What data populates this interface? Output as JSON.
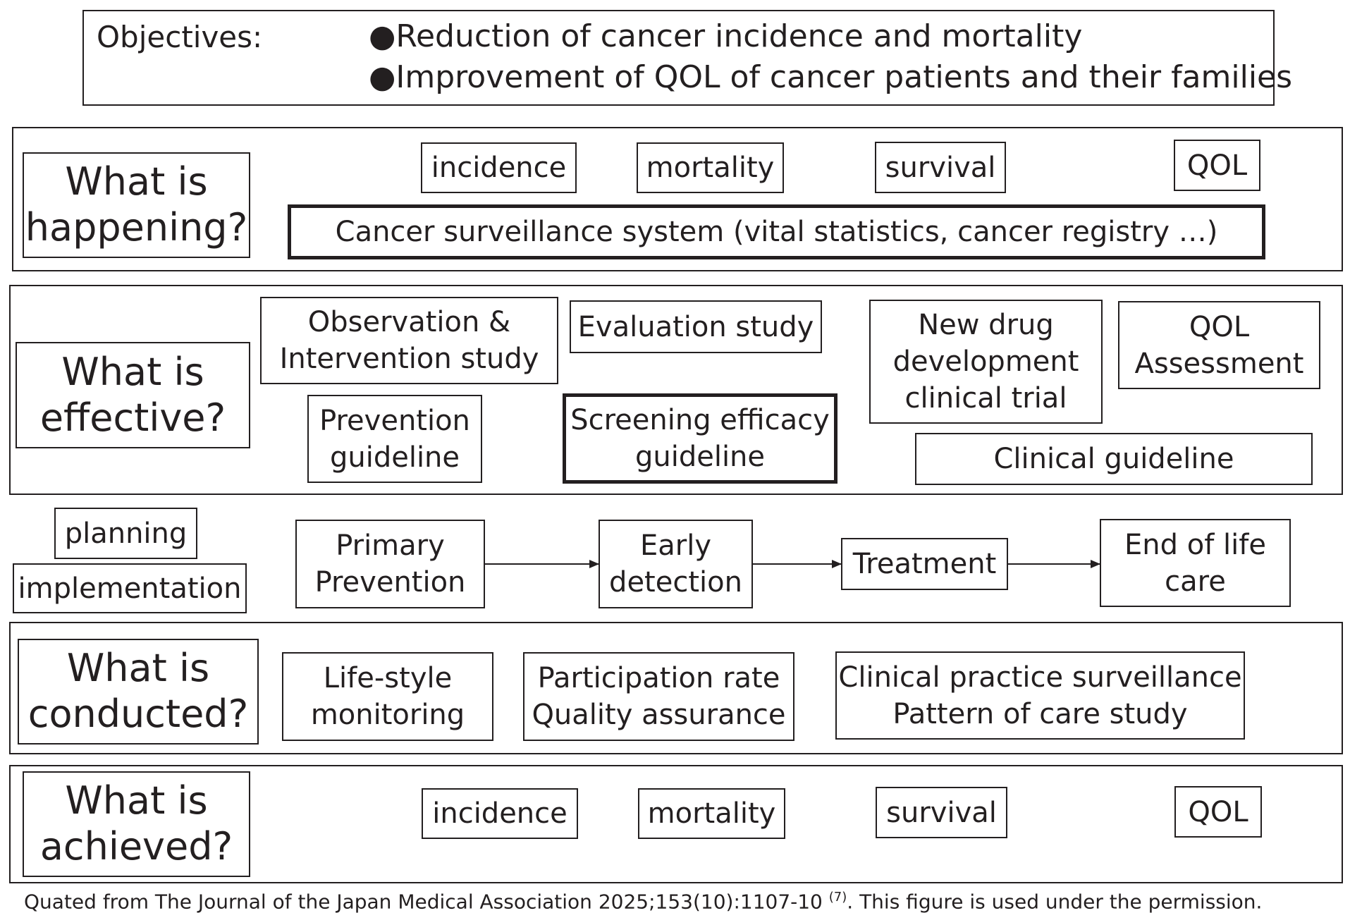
{
  "objectives": {
    "label": "Objectives:",
    "items": [
      "●Reduction of cancer incidence and mortality",
      "●Improvement of QOL of cancer patients and their families"
    ]
  },
  "happening": {
    "question": [
      "What is",
      "happening?"
    ],
    "indicators": [
      "incidence",
      "mortality",
      "survival",
      "QOL"
    ],
    "system": "Cancer surveillance system (vital statistics, cancer registry …)"
  },
  "effective": {
    "question": [
      "What is",
      "effective?"
    ],
    "observation": [
      "Observation &",
      "Intervention study"
    ],
    "evaluation": "Evaluation study",
    "new_drug": [
      "New drug",
      "development",
      "clinical trial"
    ],
    "qol_assessment": [
      "QOL",
      "Assessment"
    ],
    "prevention_guideline": [
      "Prevention",
      "guideline"
    ],
    "screening_guideline": [
      "Screening efficacy",
      "guideline"
    ],
    "clinical_guideline": "Clinical guideline"
  },
  "flow": {
    "planning": "planning",
    "implementation": "implementation",
    "steps": {
      "primary": [
        "Primary",
        "Prevention"
      ],
      "early": [
        "Early",
        "detection"
      ],
      "treatment": "Treatment",
      "end": [
        "End of life",
        "care"
      ]
    }
  },
  "conducted": {
    "question": [
      "What is",
      "conducted?"
    ],
    "lifestyle": [
      "Life-style",
      "monitoring"
    ],
    "participation": [
      "Participation rate",
      "Quality assurance"
    ],
    "clinical": [
      "Clinical practice surveillance",
      "Pattern of care study"
    ]
  },
  "achieved": {
    "question": [
      "What is",
      "achieved?"
    ],
    "indicators": [
      "incidence",
      "mortality",
      "survival",
      "QOL"
    ]
  },
  "caption": {
    "text": "Quated from The Journal of the Japan Medical Association 2025;153(10):1107-10 ",
    "ref": "(7)",
    "tail": ". This figure is used under the permission."
  },
  "colors": {
    "ink": "#231f20",
    "background": "#ffffff"
  }
}
